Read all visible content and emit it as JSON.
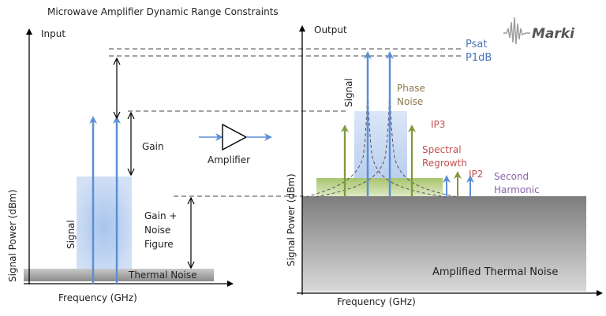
{
  "title": "Microwave Amplifier Dynamic Range Constraints",
  "brand": {
    "name": "Marki"
  },
  "input_panel": {
    "label": "Input",
    "y_axis_label": "Signal Power (dBm)",
    "x_axis_label": "Frequency (GHz)",
    "signal_label": "Signal",
    "thermal_noise_label": "Thermal Noise",
    "gain_label": "Gain",
    "gain_noise_label": [
      "Gain +",
      "Noise",
      "Figure"
    ]
  },
  "amplifier": {
    "label": "Amplifier"
  },
  "output_panel": {
    "label": "Output",
    "y_axis_label": "Signal Power (dBm)",
    "x_axis_label": "Frequency (GHz)",
    "signal_label": "Signal",
    "psat_label": "Psat",
    "p1db_label": "P1dB",
    "phase_noise_label": [
      "Phase",
      "Noise"
    ],
    "ip3_label": "IP3",
    "spectral_regrowth_label": [
      "Spectral",
      "Regrowth"
    ],
    "ip2_label": "IP2",
    "second_harmonic_label": [
      "Second",
      "Harmonic"
    ],
    "amplified_noise_label": "Amplified Thermal Noise"
  },
  "colors": {
    "signal_arrow": "#5b8fd6",
    "green_arrow": "#7f9a3a",
    "purple_label": "#8a64a8",
    "red_label": "#c0504d",
    "brown_label": "#8a7a4d",
    "level_label": "#4a74b8",
    "axis": "#000000"
  }
}
